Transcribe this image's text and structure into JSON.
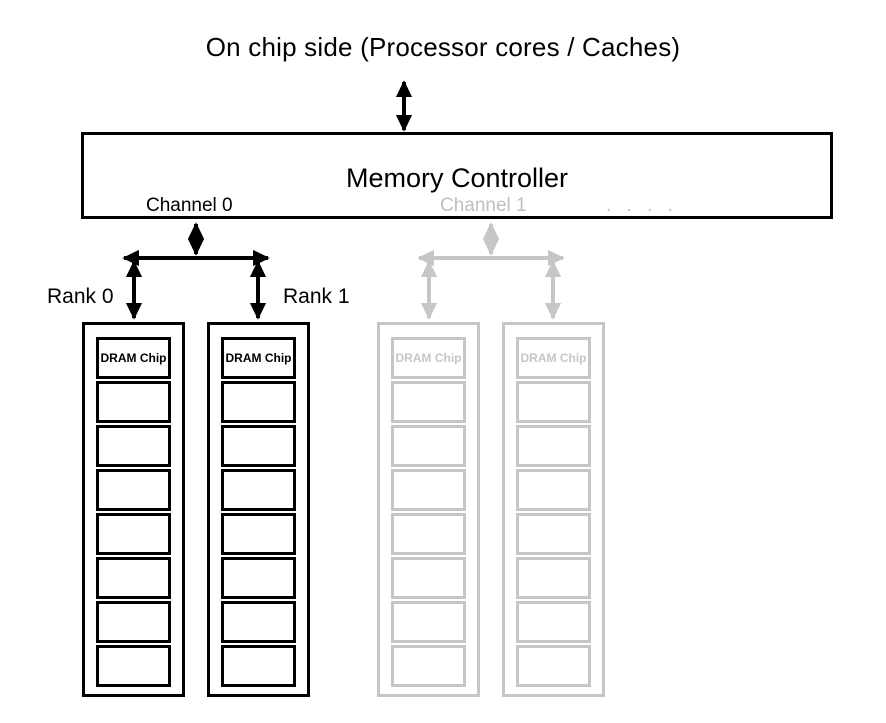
{
  "diagram": {
    "title": "On chip side (Processor cores / Caches)",
    "controller": {
      "label": "Memory Controller",
      "channel0_label": "Channel 0",
      "channel1_label": "Channel 1",
      "more_channels": ". . . ."
    },
    "ranks": {
      "rank0_label": "Rank 0",
      "rank1_label": "Rank 1"
    },
    "chip_label": "DRAM Chip",
    "chips_per_module": 8,
    "modules": [
      {
        "id": "ch0-rank0",
        "faded": false,
        "chip_label_on_first": true
      },
      {
        "id": "ch0-rank1",
        "faded": false,
        "chip_label_on_first": true
      },
      {
        "id": "ch1-rank0",
        "faded": true,
        "chip_label_on_first": true
      },
      {
        "id": "ch1-rank1",
        "faded": true,
        "chip_label_on_first": true
      }
    ],
    "colors": {
      "active": "#000000",
      "faded": "#c6c6c6",
      "faded_text": "#bfbfbf",
      "background": "#ffffff"
    }
  }
}
